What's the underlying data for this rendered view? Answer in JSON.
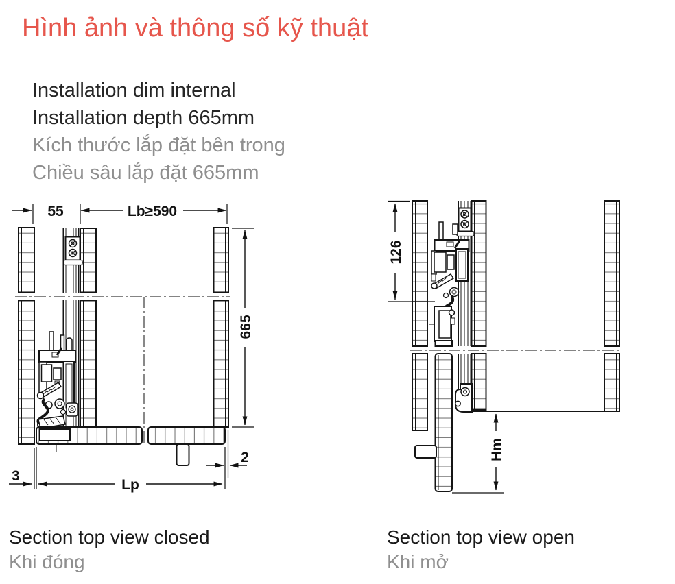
{
  "title": "Hình ảnh và thông số kỹ thuật",
  "colors": {
    "accent": "#e6564c",
    "body_text": "#262626",
    "muted_text": "#8f8f8f",
    "line": "#151515",
    "rung": "#7d7d7d"
  },
  "description": [
    "Installation dim internal",
    "Installation depth 665mm",
    "Kích thước lắp đặt bên trong",
    "Chiều sâu lắp đặt 665mm"
  ],
  "diagrams": {
    "closed": {
      "caption_en": "Section top view closed",
      "caption_vi": "Khi đóng",
      "dims": {
        "side_gap": "55",
        "internal_width": "Lb≥590",
        "depth": "665",
        "front_gap": "3",
        "panel_length": "Lp",
        "reveal": "2"
      }
    },
    "open": {
      "caption_en": "Section top view open",
      "caption_vi": "Khi mở",
      "dims": {
        "mech_protrusion": "126",
        "door_overlap": "Hm"
      }
    }
  }
}
